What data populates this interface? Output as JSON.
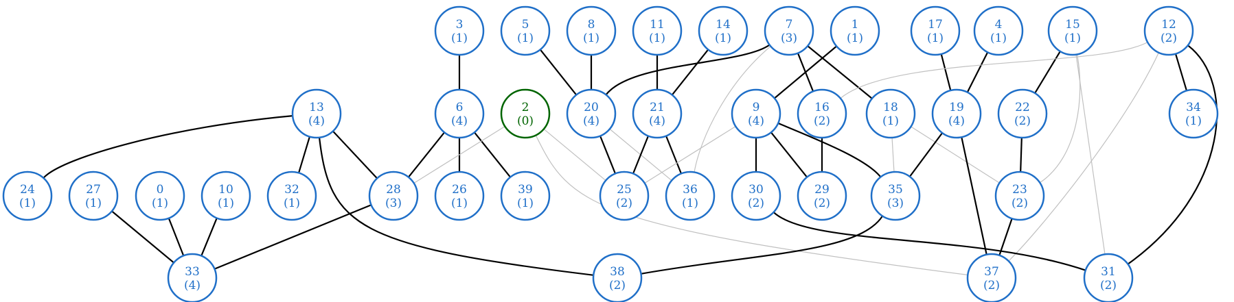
{
  "colors": {
    "node_default": "#1f6fc8",
    "node_root": "#006400",
    "edge_dark": "#000000",
    "edge_light": "#c0c0c0"
  },
  "nodes": [
    {
      "id": "3",
      "count": "(1)",
      "style": "default"
    },
    {
      "id": "5",
      "count": "(1)",
      "style": "default"
    },
    {
      "id": "8",
      "count": "(1)",
      "style": "default"
    },
    {
      "id": "11",
      "count": "(1)",
      "style": "default"
    },
    {
      "id": "14",
      "count": "(1)",
      "style": "default"
    },
    {
      "id": "7",
      "count": "(3)",
      "style": "default"
    },
    {
      "id": "1",
      "count": "(1)",
      "style": "default"
    },
    {
      "id": "17",
      "count": "(1)",
      "style": "default"
    },
    {
      "id": "4",
      "count": "(1)",
      "style": "default"
    },
    {
      "id": "15",
      "count": "(1)",
      "style": "default"
    },
    {
      "id": "12",
      "count": "(2)",
      "style": "default"
    },
    {
      "id": "13",
      "count": "(4)",
      "style": "default"
    },
    {
      "id": "6",
      "count": "(4)",
      "style": "default"
    },
    {
      "id": "2",
      "count": "(0)",
      "style": "root"
    },
    {
      "id": "20",
      "count": "(4)",
      "style": "default"
    },
    {
      "id": "21",
      "count": "(4)",
      "style": "default"
    },
    {
      "id": "9",
      "count": "(4)",
      "style": "default"
    },
    {
      "id": "16",
      "count": "(2)",
      "style": "default"
    },
    {
      "id": "18",
      "count": "(1)",
      "style": "default"
    },
    {
      "id": "19",
      "count": "(4)",
      "style": "default"
    },
    {
      "id": "22",
      "count": "(2)",
      "style": "default"
    },
    {
      "id": "34",
      "count": "(1)",
      "style": "default"
    },
    {
      "id": "24",
      "count": "(1)",
      "style": "default"
    },
    {
      "id": "27",
      "count": "(1)",
      "style": "default"
    },
    {
      "id": "0",
      "count": "(1)",
      "style": "default"
    },
    {
      "id": "10",
      "count": "(1)",
      "style": "default"
    },
    {
      "id": "32",
      "count": "(1)",
      "style": "default"
    },
    {
      "id": "28",
      "count": "(3)",
      "style": "default"
    },
    {
      "id": "26",
      "count": "(1)",
      "style": "default"
    },
    {
      "id": "39",
      "count": "(1)",
      "style": "default"
    },
    {
      "id": "25",
      "count": "(2)",
      "style": "default"
    },
    {
      "id": "36",
      "count": "(1)",
      "style": "default"
    },
    {
      "id": "30",
      "count": "(2)",
      "style": "default"
    },
    {
      "id": "29",
      "count": "(2)",
      "style": "default"
    },
    {
      "id": "35",
      "count": "(3)",
      "style": "default"
    },
    {
      "id": "23",
      "count": "(2)",
      "style": "default"
    },
    {
      "id": "33",
      "count": "(4)",
      "style": "default"
    },
    {
      "id": "38",
      "count": "(2)",
      "style": "default"
    },
    {
      "id": "37",
      "count": "(2)",
      "style": "default"
    },
    {
      "id": "31",
      "count": "(2)",
      "style": "default"
    }
  ],
  "edges": [
    {
      "from": "3",
      "to": "6",
      "style": "dark"
    },
    {
      "from": "5",
      "to": "20",
      "style": "dark"
    },
    {
      "from": "8",
      "to": "20",
      "style": "dark"
    },
    {
      "from": "11",
      "to": "21",
      "style": "dark"
    },
    {
      "from": "14",
      "to": "21",
      "style": "dark"
    },
    {
      "from": "7",
      "to": "20",
      "style": "dark"
    },
    {
      "from": "7",
      "to": "16",
      "style": "dark"
    },
    {
      "from": "7",
      "to": "18",
      "style": "dark"
    },
    {
      "from": "7",
      "to": "36",
      "style": "light"
    },
    {
      "from": "1",
      "to": "9",
      "style": "dark"
    },
    {
      "from": "17",
      "to": "19",
      "style": "dark"
    },
    {
      "from": "4",
      "to": "19",
      "style": "dark"
    },
    {
      "from": "15",
      "to": "22",
      "style": "dark"
    },
    {
      "from": "15",
      "to": "23",
      "style": "light"
    },
    {
      "from": "15",
      "to": "31",
      "style": "light"
    },
    {
      "from": "12",
      "to": "34",
      "style": "dark"
    },
    {
      "from": "12",
      "to": "31",
      "style": "dark"
    },
    {
      "from": "12",
      "to": "16",
      "style": "light"
    },
    {
      "from": "12",
      "to": "37",
      "style": "light"
    },
    {
      "from": "13",
      "to": "24",
      "style": "dark"
    },
    {
      "from": "13",
      "to": "32",
      "style": "dark"
    },
    {
      "from": "13",
      "to": "28",
      "style": "dark"
    },
    {
      "from": "13",
      "to": "38",
      "style": "dark"
    },
    {
      "from": "6",
      "to": "28",
      "style": "dark"
    },
    {
      "from": "6",
      "to": "26",
      "style": "dark"
    },
    {
      "from": "6",
      "to": "39",
      "style": "dark"
    },
    {
      "from": "2",
      "to": "28",
      "style": "light"
    },
    {
      "from": "2",
      "to": "25",
      "style": "light"
    },
    {
      "from": "2",
      "to": "37",
      "style": "light"
    },
    {
      "from": "20",
      "to": "25",
      "style": "dark"
    },
    {
      "from": "20",
      "to": "36",
      "style": "light"
    },
    {
      "from": "21",
      "to": "25",
      "style": "dark"
    },
    {
      "from": "21",
      "to": "36",
      "style": "dark"
    },
    {
      "from": "9",
      "to": "30",
      "style": "dark"
    },
    {
      "from": "9",
      "to": "29",
      "style": "dark"
    },
    {
      "from": "9",
      "to": "35",
      "style": "dark"
    },
    {
      "from": "9",
      "to": "25",
      "style": "light"
    },
    {
      "from": "16",
      "to": "29",
      "style": "dark"
    },
    {
      "from": "18",
      "to": "35",
      "style": "light"
    },
    {
      "from": "18",
      "to": "23",
      "style": "light"
    },
    {
      "from": "19",
      "to": "35",
      "style": "dark"
    },
    {
      "from": "19",
      "to": "37",
      "style": "dark"
    },
    {
      "from": "22",
      "to": "23",
      "style": "dark"
    },
    {
      "from": "23",
      "to": "37",
      "style": "dark"
    },
    {
      "from": "27",
      "to": "33",
      "style": "dark"
    },
    {
      "from": "0",
      "to": "33",
      "style": "dark"
    },
    {
      "from": "10",
      "to": "33",
      "style": "dark"
    },
    {
      "from": "28",
      "to": "33",
      "style": "dark"
    },
    {
      "from": "35",
      "to": "38",
      "style": "dark"
    },
    {
      "from": "30",
      "to": "31",
      "style": "dark"
    }
  ]
}
